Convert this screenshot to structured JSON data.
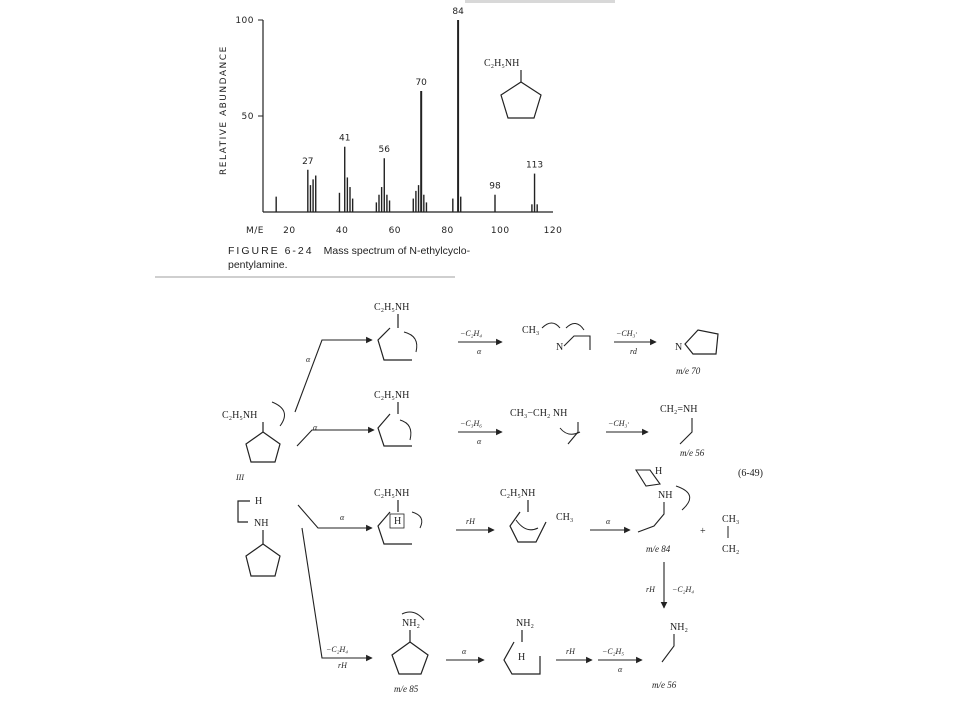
{
  "chart_data": {
    "type": "bar",
    "ylabel": "RELATIVE ABUNDANCE",
    "xlabel": "M/E",
    "xlim": [
      10,
      120
    ],
    "ylim": [
      0,
      100
    ],
    "xticks": [
      "20",
      "40",
      "60",
      "80",
      "100",
      "120"
    ],
    "yticks": [
      "50",
      "100"
    ],
    "peaks": [
      {
        "x": 15,
        "y": 8
      },
      {
        "x": 27,
        "y": 22
      },
      {
        "x": 28,
        "y": 14
      },
      {
        "x": 29,
        "y": 17
      },
      {
        "x": 30,
        "y": 19
      },
      {
        "x": 39,
        "y": 10
      },
      {
        "x": 41,
        "y": 34
      },
      {
        "x": 42,
        "y": 18
      },
      {
        "x": 43,
        "y": 13
      },
      {
        "x": 44,
        "y": 7
      },
      {
        "x": 53,
        "y": 5
      },
      {
        "x": 54,
        "y": 9
      },
      {
        "x": 55,
        "y": 13
      },
      {
        "x": 56,
        "y": 28
      },
      {
        "x": 57,
        "y": 9
      },
      {
        "x": 58,
        "y": 6
      },
      {
        "x": 67,
        "y": 7
      },
      {
        "x": 68,
        "y": 11
      },
      {
        "x": 69,
        "y": 14
      },
      {
        "x": 70,
        "y": 63
      },
      {
        "x": 71,
        "y": 9
      },
      {
        "x": 72,
        "y": 5
      },
      {
        "x": 82,
        "y": 7
      },
      {
        "x": 84,
        "y": 100
      },
      {
        "x": 85,
        "y": 8
      },
      {
        "x": 98,
        "y": 9
      },
      {
        "x": 112,
        "y": 4
      },
      {
        "x": 113,
        "y": 20
      },
      {
        "x": 114,
        "y": 4
      }
    ],
    "peak_labels": [
      {
        "x": 27,
        "text": "27"
      },
      {
        "x": 41,
        "text": "41"
      },
      {
        "x": 56,
        "text": "56"
      },
      {
        "x": 70,
        "text": "70"
      },
      {
        "x": 84,
        "text": "84"
      },
      {
        "x": 98,
        "text": "98"
      },
      {
        "x": 113,
        "text": "113"
      }
    ],
    "structure_label": "C₂H₅NH"
  },
  "caption": {
    "figure_number": "FIGURE 6-24",
    "text": "Mass spectrum of N-ethylcyclo-",
    "text_line2": "pentylamine."
  },
  "scheme": {
    "equation_number": "(6-49)",
    "compound_label": "III",
    "alpha": "α",
    "rH": "rH",
    "rd": "rd",
    "minus_c2h4": "−C₂H₄",
    "minus_c3h6": "−C₃H₆",
    "minus_ch3": "−CH₃·",
    "minus_c2h5": "−C₂H₅",
    "rh_minus_c2h4": "−C₂H₄",
    "C2H5NH": "C₂H₅NH",
    "CH3": "CH₃",
    "CH2": "CH₂",
    "NH2": "NH₂",
    "H": "H",
    "NH": "NH",
    "N": "N",
    "ch2_nh": "CH₂=NH",
    "ch3_ch2_nh": "CH₃−CH₂ NH",
    "me70": "m/e 70",
    "me56a": "m/e 56",
    "me84": "m/e 84",
    "me85": "m/e 85",
    "me56b": "m/e 56"
  }
}
